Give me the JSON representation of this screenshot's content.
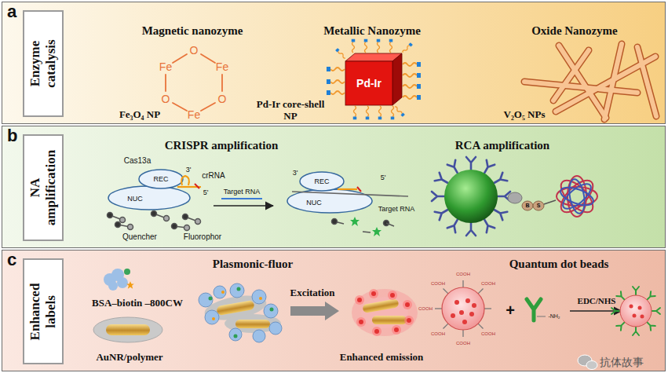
{
  "diagram": {
    "nodes": [
      {
        "text": [
          "a"
        ]
      },
      {
        "text": [
          "Enzyme catalysis"
        ],
        "in": 0
      },
      {
        "text": [
          "b"
        ]
      },
      {
        "text": [
          "NA amplification"
        ],
        "in": 2
      },
      {
        "text": [
          "c"
        ]
      },
      {
        "text": [
          "Enhanced labels"
        ],
        "in": 4
      }
    ],
    "labels": [
      "Magnetic nanozyme",
      "Metallic Nanozyme",
      "Oxide Nanozyme",
      "O",
      "Fe",
      "O",
      "Fe",
      "O",
      "Fe",
      "Fe₃O₄ NP",
      "Pd-Ir",
      "Pd-Ir core-shell NP",
      "V₂O₅ NPs",
      "CRISPR amplification",
      "Cas13a",
      "REC",
      "3'",
      "crRNA",
      "5'",
      "NUC",
      "Target RNA",
      "Quencher",
      "Fluorophor",
      "REC",
      "3'",
      "5'",
      "NUC",
      "Target RNA",
      "RCA amplification",
      "B",
      "S",
      "Plasmonic-fluor",
      "BSA–biotin –800CW",
      "AuNR/polymer",
      "Excitation",
      "Enhanced emission",
      "Quantum dot beads",
      "COOH",
      "COOH",
      "COOH",
      "COOH",
      "COOH",
      "COOH",
      "COOH",
      "+",
      "-NH₂",
      "EDC/NHS",
      "抗体故事"
    ]
  }
}
